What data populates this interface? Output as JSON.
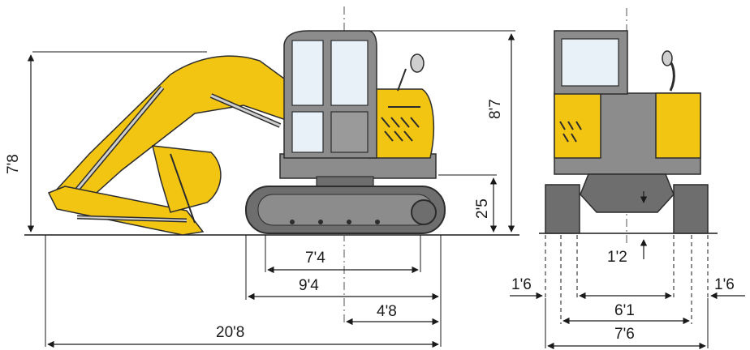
{
  "dimensions": {
    "overall_height_arm": "7'8",
    "cab_height": "8'7",
    "ground_clearance": "2'5",
    "track_length": "7'4",
    "undercarriage_length": "9'4",
    "tail_swing": "4'8",
    "transport_length": "20'8",
    "track_shoe_width_left": "1'6",
    "track_shoe_width_right": "1'6",
    "track_gauge": "6'1",
    "overall_width": "7'6",
    "blade_height": "1'2"
  },
  "colors": {
    "body_yellow": "#f2c512",
    "body_dark": "#2c2c2c",
    "body_gray": "#8c8c8c",
    "track_gray": "#6e6e6e",
    "line": "#1a1a1a"
  }
}
